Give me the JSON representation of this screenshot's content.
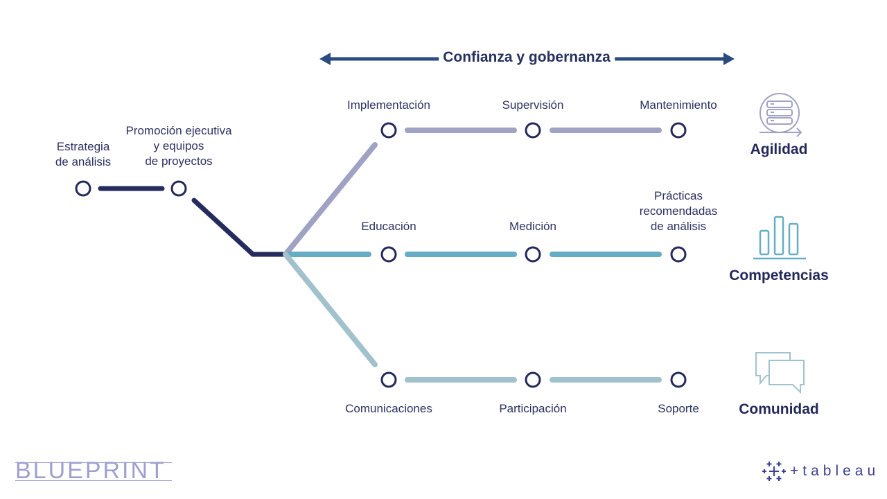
{
  "header": {
    "title": "Confianza y gobernanza"
  },
  "colors": {
    "navy": "#252b5c",
    "arrow": "#2a4a80",
    "agility": "#a0a2c4",
    "proficiency": "#65adc4",
    "community": "#a1c2cc",
    "node_stroke": "#23285a"
  },
  "start": {
    "nodes": [
      {
        "label": "Estrategia\nde análisis"
      },
      {
        "label": "Promoción ejecutiva\ny equipos\nde proyectos"
      }
    ]
  },
  "tracks": [
    {
      "name": "Agilidad",
      "icon": "server-cycle-icon",
      "nodes": [
        {
          "label": "Implementación"
        },
        {
          "label": "Supervisión"
        },
        {
          "label": "Mantenimiento"
        }
      ]
    },
    {
      "name": "Competencias",
      "icon": "bar-chart-icon",
      "nodes": [
        {
          "label": "Educación"
        },
        {
          "label": "Medición"
        },
        {
          "label": "Prácticas\nrecomendadas\nde análisis"
        }
      ]
    },
    {
      "name": "Comunidad",
      "icon": "chat-bubbles-icon",
      "nodes": [
        {
          "label": "Comunicaciones"
        },
        {
          "label": "Participación"
        },
        {
          "label": "Soporte"
        }
      ]
    }
  ],
  "footer": {
    "left_logo": "BLUEPRINT",
    "right_logo": "tableau"
  }
}
